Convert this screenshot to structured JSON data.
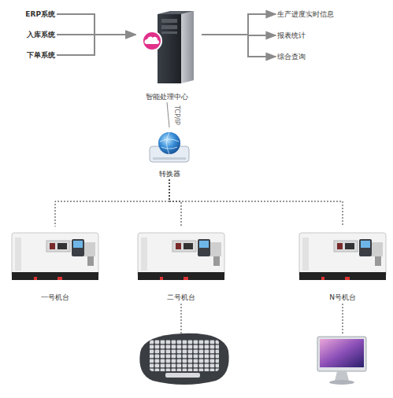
{
  "diagram": {
    "nodes": [
      {
        "text": [
          "ERP系统"
        ]
      },
      {
        "text": [
          "入库系统"
        ]
      },
      {
        "text": [
          "下单系统"
        ]
      },
      {
        "text": [
          "智能处理中心"
        ]
      },
      {
        "text": [
          "生产进度实时信息"
        ]
      },
      {
        "text": [
          "报表统计"
        ]
      },
      {
        "text": [
          "综合查询"
        ]
      },
      {
        "text": [
          "转换器"
        ]
      },
      {
        "text": [
          "一号机台"
        ]
      },
      {
        "text": [
          "二号机台"
        ]
      },
      {
        "text": [
          "N号机台"
        ]
      }
    ],
    "edges": [
      {
        "from": 0,
        "to": 3,
        "arrow": "to"
      },
      {
        "from": 1,
        "to": 3,
        "arrow": "to"
      },
      {
        "from": 2,
        "to": 3,
        "arrow": "to"
      },
      {
        "from": 3,
        "to": 4,
        "arrow": "to"
      },
      {
        "from": 3,
        "to": 5,
        "arrow": "to"
      },
      {
        "from": 3,
        "to": 6,
        "arrow": "to"
      },
      {
        "from": 3,
        "to": 7,
        "label": "TCP/IP",
        "arrow": "none"
      },
      {
        "from": 7,
        "to": 8,
        "arrow": "none"
      },
      {
        "from": 7,
        "to": 9,
        "arrow": "none"
      },
      {
        "from": 7,
        "to": 10,
        "arrow": "none"
      }
    ]
  }
}
